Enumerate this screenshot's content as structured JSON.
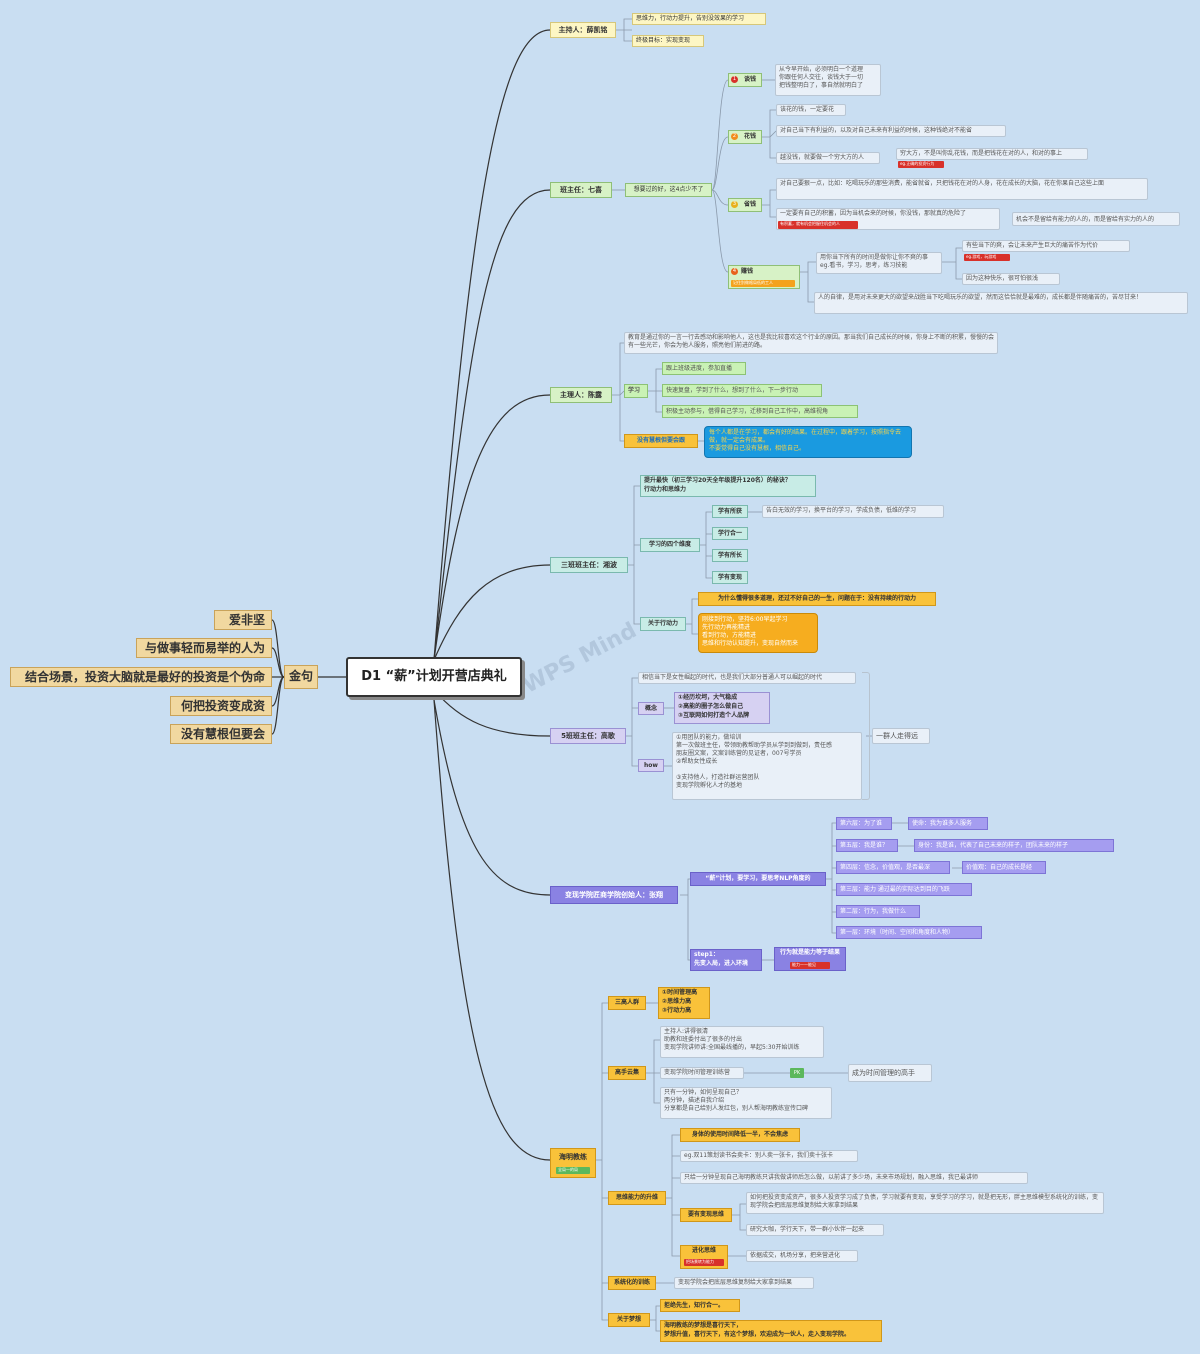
{
  "root": {
    "title": "D1 “薪”计划开营店典礼"
  },
  "left": {
    "hub": "金句",
    "items": [
      {
        "label": "爱非坚持"
      },
      {
        "label": "与做事轻而易举的人为伴"
      },
      {
        "label": "结合场景，投资大脑就是最好的投资是个伪命题。"
      },
      {
        "label": "何把投资变成资产"
      },
      {
        "label": "没有慧根但要会跟"
      }
    ]
  },
  "host": {
    "title": "主持人：薛凯铭",
    "t1": "思维力，行动力提升，告别没效果的学习",
    "t2": "终极目标：实现变现"
  },
  "teacher": {
    "title": "班主任：七喜",
    "hub": "想要过的好，这4点少不了",
    "talk": {
      "label": "谈钱",
      "num": "1",
      "note": "从今早开始，必须明白一个道理\n你跟任何人交往，谈钱大于一切\n把钱整明白了，事自然就明白了"
    },
    "spend": {
      "label": "花钱",
      "num": "2",
      "n1": "该花的钱，一定要花",
      "n2": "对自己当下有利益的，以及对自己未来有利益的时候，这种钱绝对不能省",
      "n3": "越没钱，就要做一个穷大方的人",
      "n4": "穷大方，不是叫你乱花钱，而是把钱花在对的人，和对的事上",
      "tag": "eg.正确的投资行为"
    },
    "save": {
      "label": "省钱",
      "num": "3",
      "n1": "对自己要狠一点，比如：吃喝玩乐的那些消费，能省就省，只把钱花在对的人身，花在成长的大脑，花在你果自己这些上面",
      "n2": "一定要有自己的积蓄，因为当机会来的时候，你没钱，那就真的危险了",
      "n3": "机会不是留给有能力的人的，而是留给有实力的人的",
      "tag": "有积蓄，就有机会把握住机会的人"
    },
    "earn": {
      "label": "赚钱",
      "num": "4",
      "tag": "记住别做格局低的工人",
      "n1": "用你当下所有的时间是做你让你不爽的事\neg.看书，学习，思考，练习技能",
      "n2": "有些当下的爽，会让未来产生巨大的痛苦作为代价",
      "tag2": "eg.游戏，玩游戏",
      "n3": "因为这种快乐，很可怕很浅",
      "n4": "人的自律，是用对未来更大的欲望来战胜当下吃喝玩乐的欲望，然而这恰恰就是最难的，成长都是伴随痛苦的，苦尽甘来！"
    }
  },
  "manager": {
    "title": "主理人：陈露",
    "intro": "教育是通过你的一言一行去感动和影响他人，这也是我比较喜欢这个行业的原因。那当我们自己成长的时候，你身上不断的积累，慢慢的会有一些光芒，你会为他人服务，照亮他们前进的路。",
    "study": "学习",
    "s1": "跟上班级进度，参加直播",
    "s2": "快速复盘，学到了什么，想到了什么，下一步行动",
    "s3": "积极主动参与，借得自己学习，迁移到自己工作中，高维视角",
    "wisdom": "没有慧根但要会跟",
    "wisdom_note": "每个人都是在学习，都会有好的结果。在过程中，跟着学习，按照指令去做，就一定会有成果。\n不要觉得自己没有慧根，相信自己。"
  },
  "class3": {
    "title": "三班班主任：湘波",
    "q": "提升最快（初三学习20天全年级提升120名）的秘诀？\n行动力和思维力",
    "dims": "学习的四个维度",
    "d1": "学有所获",
    "d1n": "告白无效的学习，换平台的学习，学成负债，低维的学习",
    "d2": "学行合一",
    "d3": "学有所长",
    "d4": "学有变现",
    "act": "关于行动力",
    "a1": "为什么懂得很多道理，还过不好自己的一生，问题在于：没有持续的行动力",
    "a2": "刚接到行动，坚持6:00早起学习\n先行动力再能精进\n看到行动，方能精进\n思维和行动认知提升，变现自然而来"
  },
  "class5": {
    "title": "5班班主任：高歌",
    "i1": "相信当下是女性崛起的时代，也是我们大部分普通人可以崛起的时代",
    "concept": "概念",
    "c1": "①经历坎坷，大气稳成\n②高能的圈子怎么做自己\n③互联网如何打造个人品牌",
    "how": "how",
    "h1": "①用团队的能力，做培训\n第一次做班主任，带领助教帮助学员从学到到做到，责任感\n朋友圈文案，文案训练营的见证者，007号学员\n②帮助女性成长\n\n③支持他人，打造社群运营团队\n变现学院孵化人才的基地",
    "side": "一群人走得远"
  },
  "founder": {
    "title": "变现学院匠商学院创始人：张翔",
    "plan": "“薪”计划，要学习，要思考NLP角度的",
    "l6": "第六层：为了谁",
    "l6n": "使命：我为谁多人服务",
    "l5": "第五层：我是谁？",
    "l5n": "身份：我是谁，代表了自己未来的样子，团队未来的样子",
    "l4": "第四层：信念，价值观，是否最深",
    "l4n": "价值观：自己的成长是经",
    "l3": "第三层：能力 通过最的实际达到目的飞跃",
    "l2": "第二层：行为，我做什么",
    "l1": "第一层：环境（时间、空间和角度和人物）",
    "step": "step1：\n先变入局，进入环境",
    "beh": "行为就是能力等于结果",
    "beh_tag": "能力一一能见"
  },
  "coach": {
    "title": "海明教练",
    "tag": "全局一的局",
    "three": "三高人群",
    "three_n": "①时间管理高\n②思维力高\n③行动力高",
    "master": "高手云集",
    "m1": "主持人:讲得很清\n助教和班委付出了很多的付出\n变现学院讲师讲:全国最线播的，早起5:30开始训练",
    "m2": "变现学院时间管理训练营",
    "pk": "PK",
    "m3": "成为时间管理的高手",
    "m4": "只有一分钟，如何呈现自己？\n两分钟，描述自我介绍\n分享都是自己给别人发红包，别人帮海明教练宣传口碑",
    "think": "思维能力的升维",
    "t1": "身体的使用时间降低一半，不会焦虑",
    "t2": "eg.双11策划读书会卖卡：别人卖一张卡，我们卖十张卡",
    "t3": "只给一分钟呈现自己海明教练只讲我做讲师后怎么做，以前讲了多少场，未来市场规划，融入思维，我已最讲师",
    "t4": "要有变现思维",
    "t4a": "如何把投资变成资产，很多人投资学习成了负债，学习就要有变现，享受学习的学习，就是把无形，胖主思维模型系统化的训练，变现学院会把底层思维复制给大家拿到结果",
    "t4b": "研究大咖，学行天下，带一群小伙伴一起来",
    "t5": "进化思维",
    "t5tag": "把场景转为能力",
    "t5n": "依据成交，机场分享，把来营进化",
    "sys": "系统化的训练",
    "sys_n": "变现学院会把底层思维复制给大家拿到结果",
    "dream": "关于梦想",
    "d1": "拒绝先生，知行合一。",
    "d2": "海明教练的梦想是喜行天下，\n梦想升值，喜行天下，有这个梦想，欢迎成为一伙人，走入变现学院。"
  },
  "watermark": "WPS Mind",
  "colors": {
    "background": "#c9def2",
    "line": "#333333",
    "orange": "#f9c23a",
    "purple": "#8a82e3"
  }
}
